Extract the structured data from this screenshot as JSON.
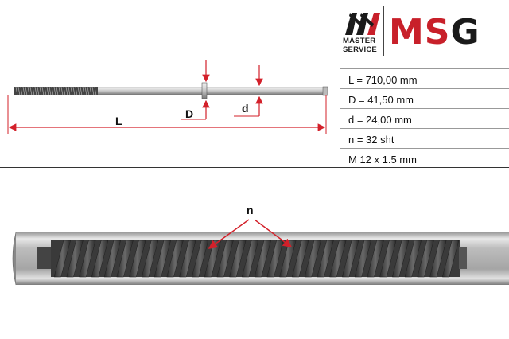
{
  "brand": {
    "master_line1": "MASTER",
    "master_line2": "SERVICE",
    "msg_logo_text": "MSG",
    "accent_color": "#c8202a",
    "dark_color": "#1a1a1a"
  },
  "specs": [
    "L = 710,00 mm",
    "D = 41,50 mm",
    "d = 24,00 mm",
    "n = 32 sht",
    "M 12 x 1.5 mm"
  ],
  "drawing": {
    "label_L": "L",
    "label_D": "D",
    "label_d": "d",
    "label_n": "n",
    "annotation_color": "#d3202a"
  },
  "rack": {
    "teeth_count": 32
  }
}
